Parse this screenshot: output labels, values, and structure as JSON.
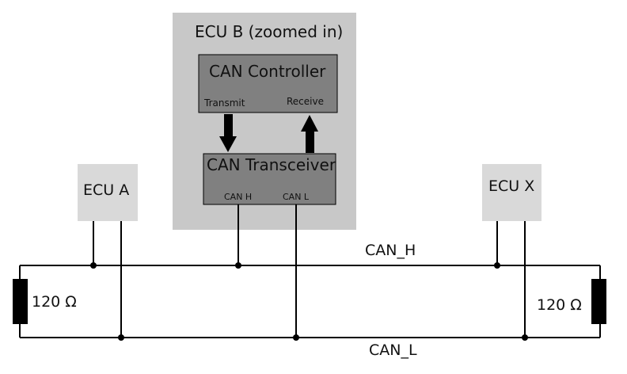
{
  "ecu_b": {
    "title": "ECU B (zoomed in)",
    "controller": {
      "label": "CAN Controller",
      "transmit": "Transmit",
      "receive": "Receive"
    },
    "transceiver": {
      "label": "CAN Transceiver",
      "can_h": "CAN H",
      "can_l": "CAN L"
    }
  },
  "ecu_a": {
    "label": "ECU A"
  },
  "ecu_x": {
    "label": "ECU X"
  },
  "bus": {
    "can_h_label": "CAN_H",
    "can_l_label": "CAN_L"
  },
  "termination": {
    "left_label": "120 Ω",
    "right_label": "120 Ω"
  },
  "colors": {
    "zoom_panel": "#c8c8c8",
    "module_fill": "#808080",
    "ecu_fill": "#d9d9d9",
    "wire": "#000000"
  }
}
